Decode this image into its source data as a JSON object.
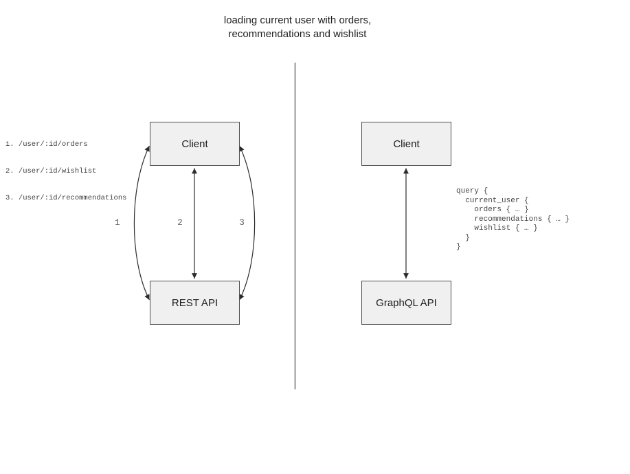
{
  "title": {
    "line1": "loading current user with orders,",
    "line2": "recommendations and wishlist"
  },
  "rest_panel": {
    "endpoints": [
      "1. /user/:id/orders",
      "2. /user/:id/wishlist",
      "3. /user/:id/recommendations"
    ],
    "client_label": "Client",
    "api_label": "REST API",
    "arrow_labels": [
      "1",
      "2",
      "3"
    ]
  },
  "graphql_panel": {
    "client_label": "Client",
    "api_label": "GraphQL API",
    "query": "query {\n  current_user {\n    orders { … }\n    recommendations { … }\n    wishlist { … }\n  }\n}"
  },
  "colors": {
    "box_fill": "#f0f0f0",
    "box_border": "#4f4f4f",
    "arrow": "#2b2b2b",
    "divider": "#6e6e6e",
    "arrow_label_gray": "#5a5a5a",
    "mono_text": "#3f3f3f"
  }
}
